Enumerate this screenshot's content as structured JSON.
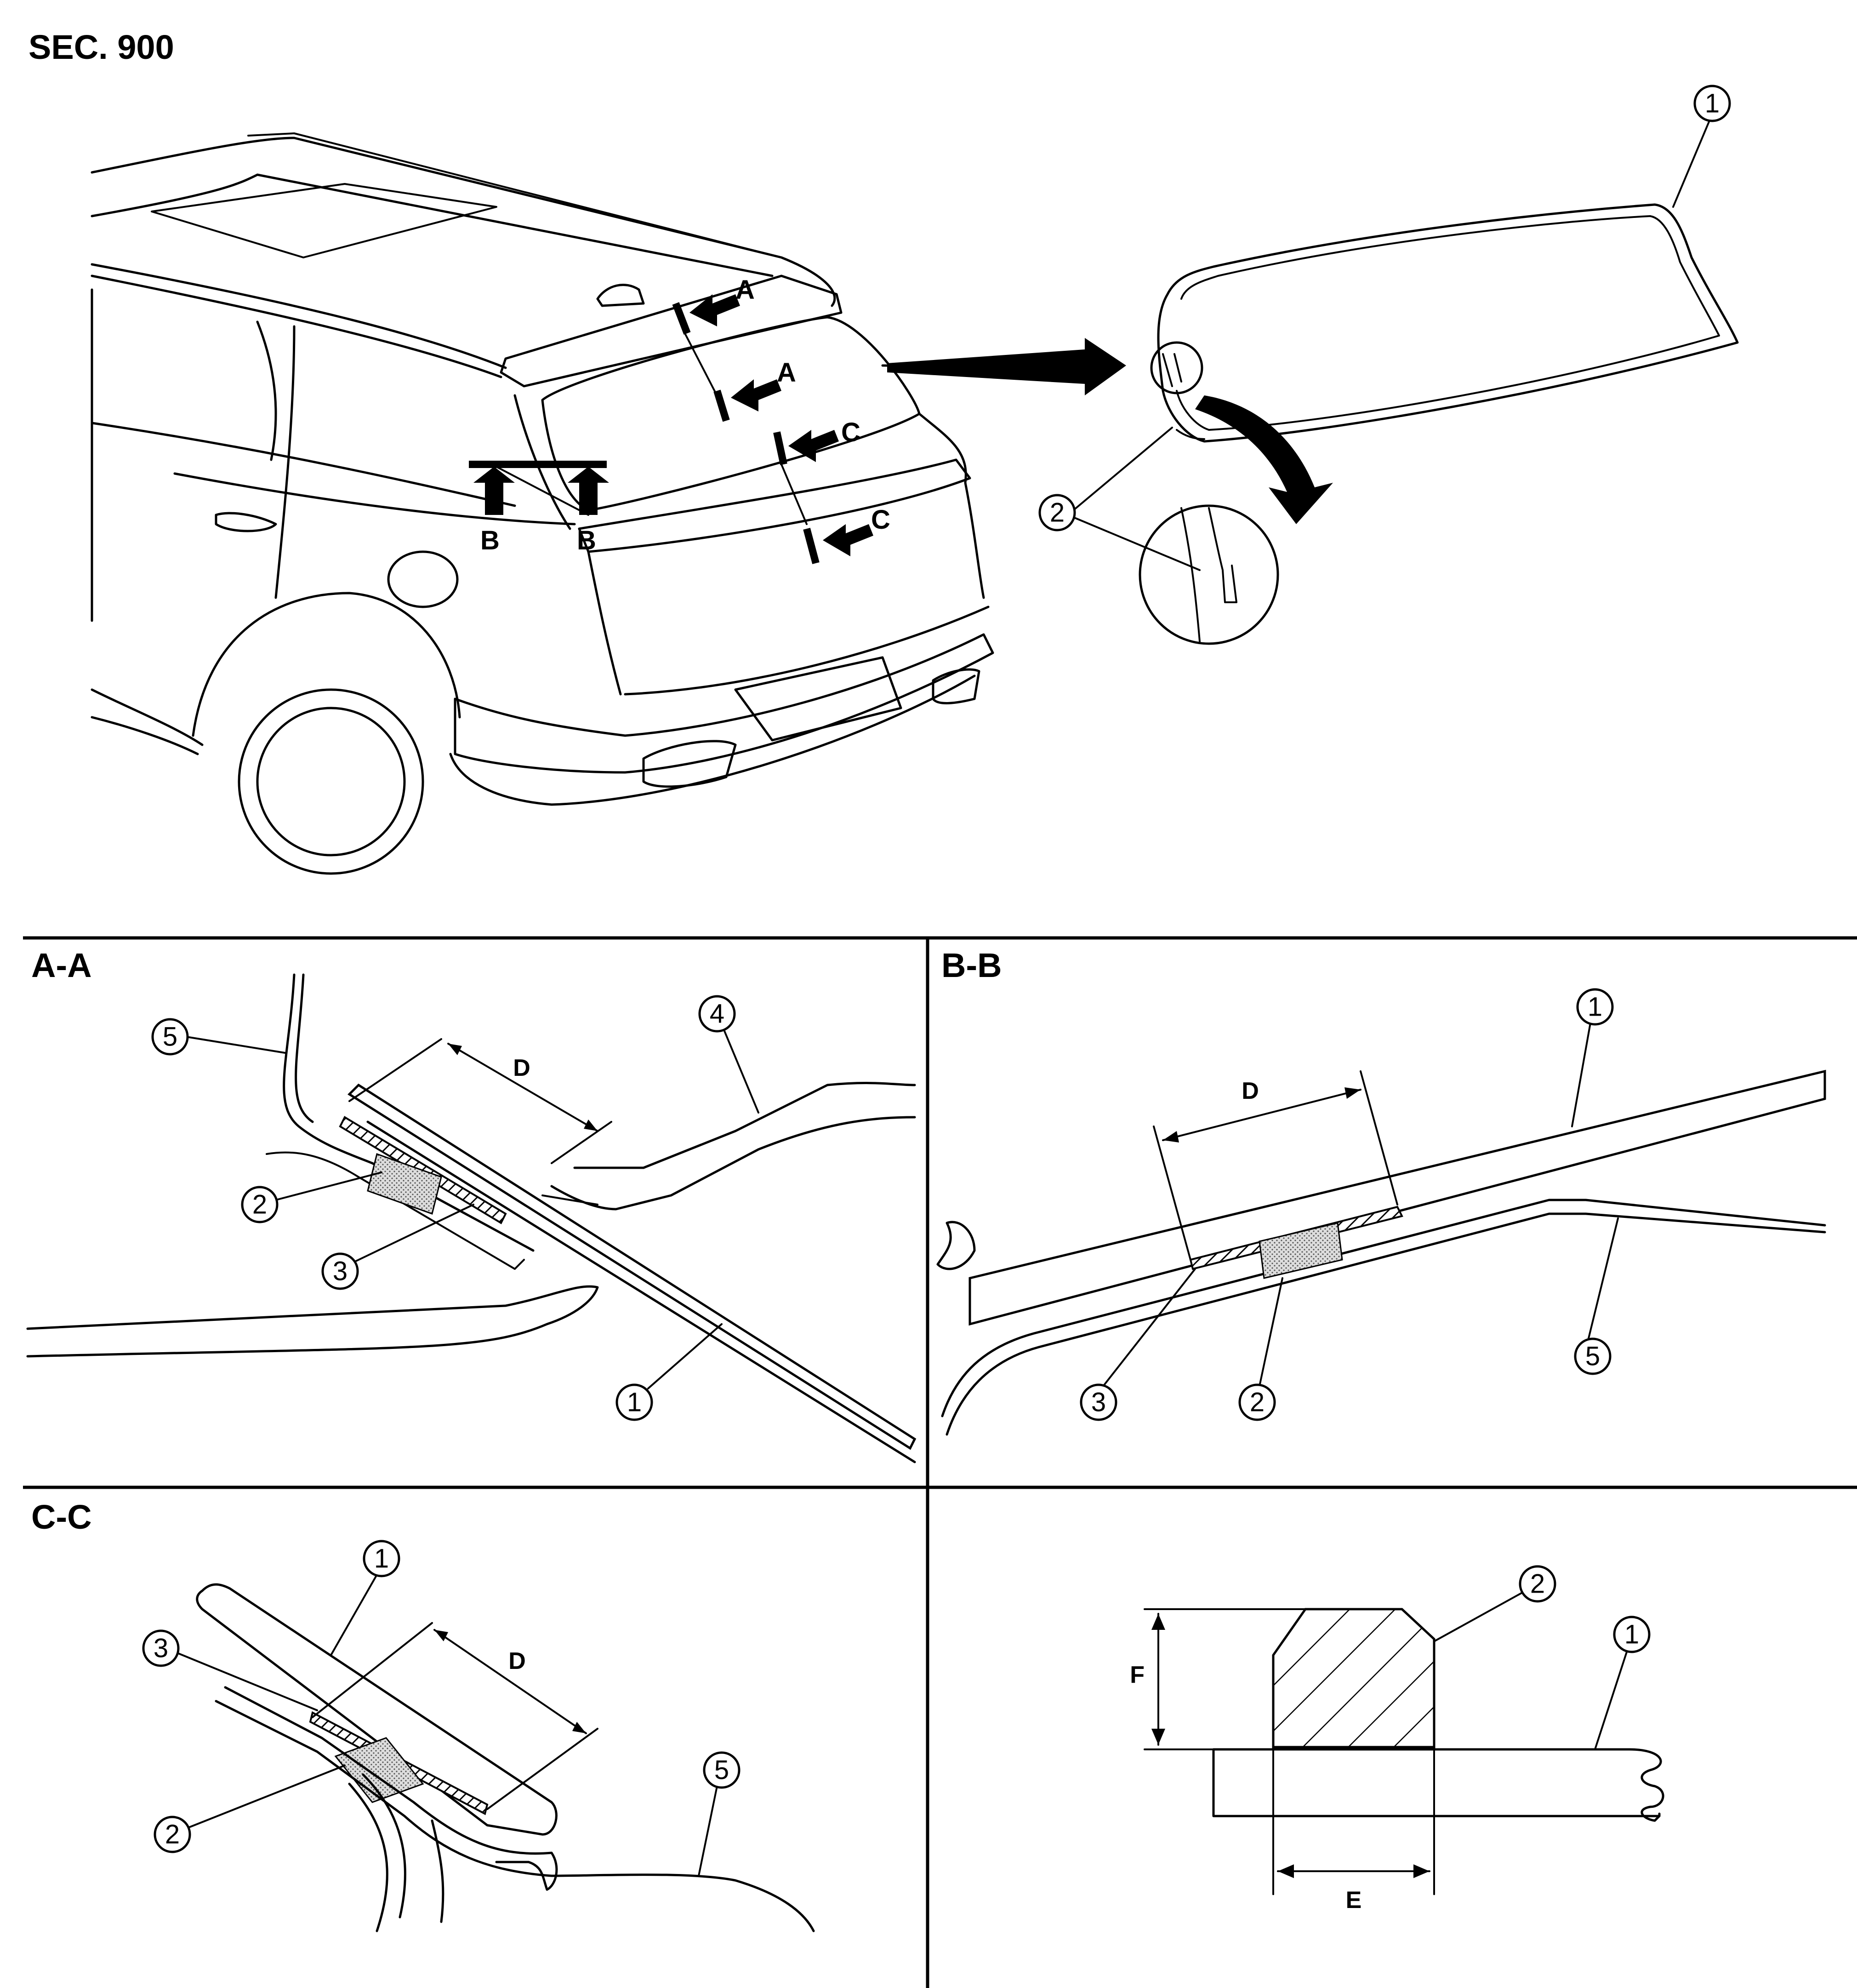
{
  "header": {
    "section": "SEC. 900"
  },
  "views": {
    "aa": {
      "title": "A-A"
    },
    "bb": {
      "title": "B-B"
    },
    "cc": {
      "title": "C-C"
    }
  },
  "cut_labels": {
    "a": "A",
    "b": "B",
    "c": "C"
  },
  "dimensions": {
    "d": "D",
    "e": "E",
    "f": "F"
  },
  "callouts": {
    "n1": "1",
    "n2": "2",
    "n3": "3",
    "n4": "4",
    "n5": "5"
  }
}
